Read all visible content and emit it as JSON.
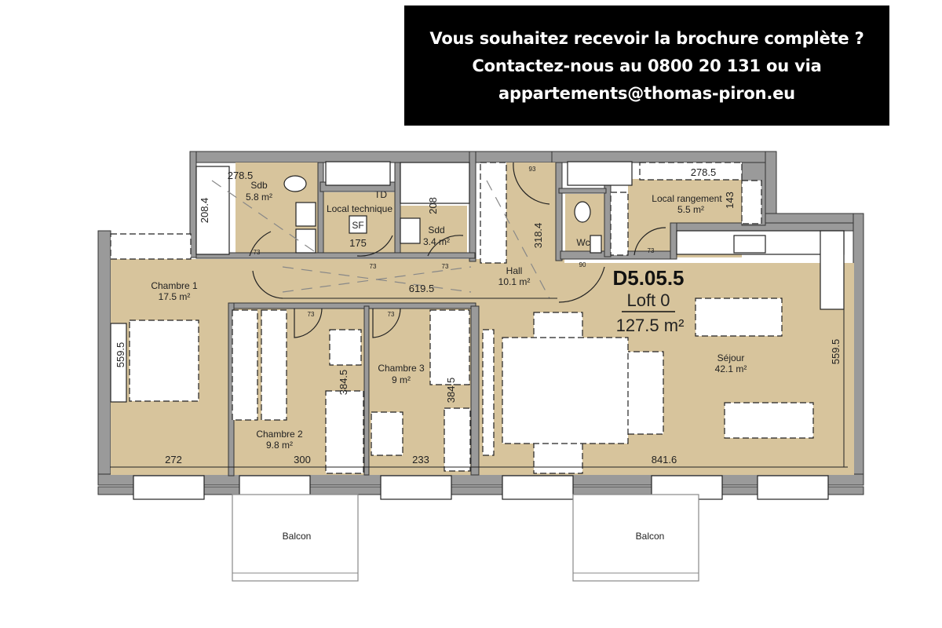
{
  "banner": {
    "line1": "Vous souhaitez recevoir la brochure complète ?",
    "line2": "Contactez-nous au 0800 20 131 ou via",
    "line3": "appartements@thomas-piron.eu"
  },
  "unit": {
    "code": "D5.05.5",
    "type": "Loft 0",
    "area": "127.5 m²"
  },
  "rooms": {
    "sdb": {
      "name": "Sdb",
      "area": "5.8 m²"
    },
    "local_technique": {
      "name": "Local technique",
      "tag_td": "TD",
      "tag_sf": "SF"
    },
    "sdd": {
      "name": "Sdd",
      "area": "3.4 m²"
    },
    "hall": {
      "name": "Hall",
      "area": "10.1 m²"
    },
    "wc": {
      "name": "Wc"
    },
    "local_rangement": {
      "name": "Local rangement",
      "area": "5.5 m²"
    },
    "chambre1": {
      "name": "Chambre 1",
      "area": "17.5 m²"
    },
    "chambre2": {
      "name": "Chambre 2",
      "area": "9.8 m²"
    },
    "chambre3": {
      "name": "Chambre 3",
      "area": "9 m²"
    },
    "sejour": {
      "name": "Séjour",
      "area": "42.1 m²"
    },
    "balcon_left": {
      "name": "Balcon"
    },
    "balcon_right": {
      "name": "Balcon"
    }
  },
  "dimensions": {
    "sdb_width": "278.5",
    "sdb_height": "208.4",
    "local_technique_width": "175",
    "sdd_height": "208",
    "hall_height": "318.4",
    "hall_corridor": "619.5",
    "rangement_width": "278.5",
    "rangement_height": "143",
    "wc_door": "90",
    "chambre1_height": "559.5",
    "chambre1_width": "272",
    "chambre2_width": "300",
    "chambre2_height": "384.5",
    "chambre3_width": "233",
    "chambre3_height": "384.5",
    "sejour_width": "841.6",
    "sejour_height": "559.5",
    "door_width": "73",
    "hall_door": "93"
  }
}
